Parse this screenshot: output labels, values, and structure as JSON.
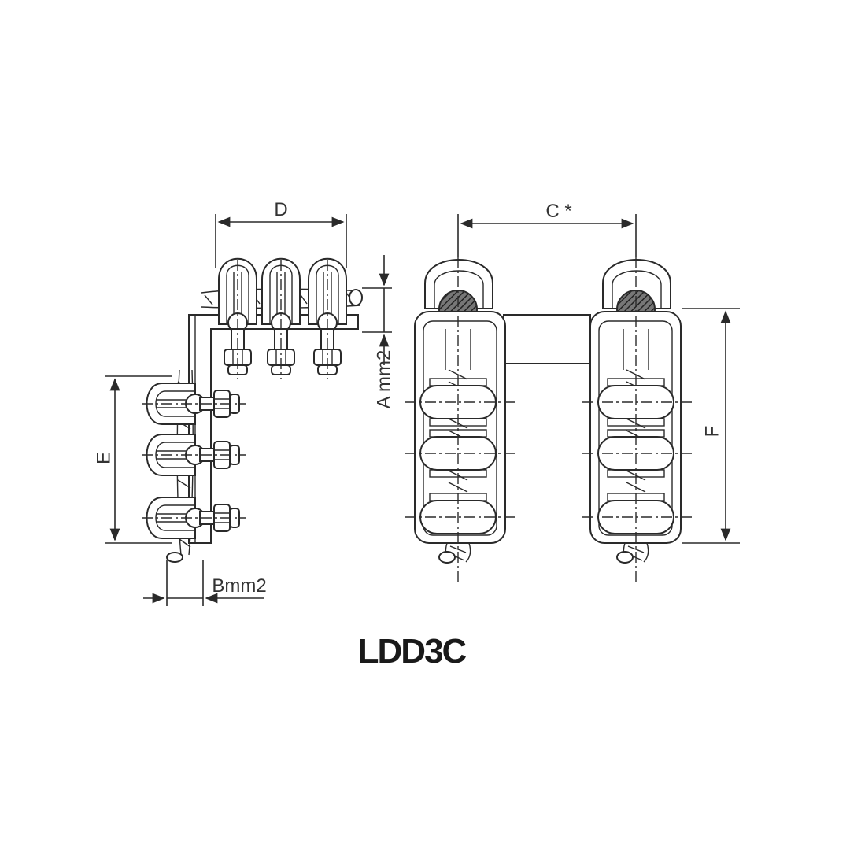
{
  "diagram": {
    "title": "LDD3C",
    "labels": {
      "D": "D",
      "C": "C *",
      "A": "A mm2",
      "B": "Bmm2",
      "E": "E",
      "F": "F"
    },
    "colors": {
      "line": "#2a2a2a",
      "cable_hatch": "#3a3a3a",
      "background": "#ffffff"
    }
  }
}
